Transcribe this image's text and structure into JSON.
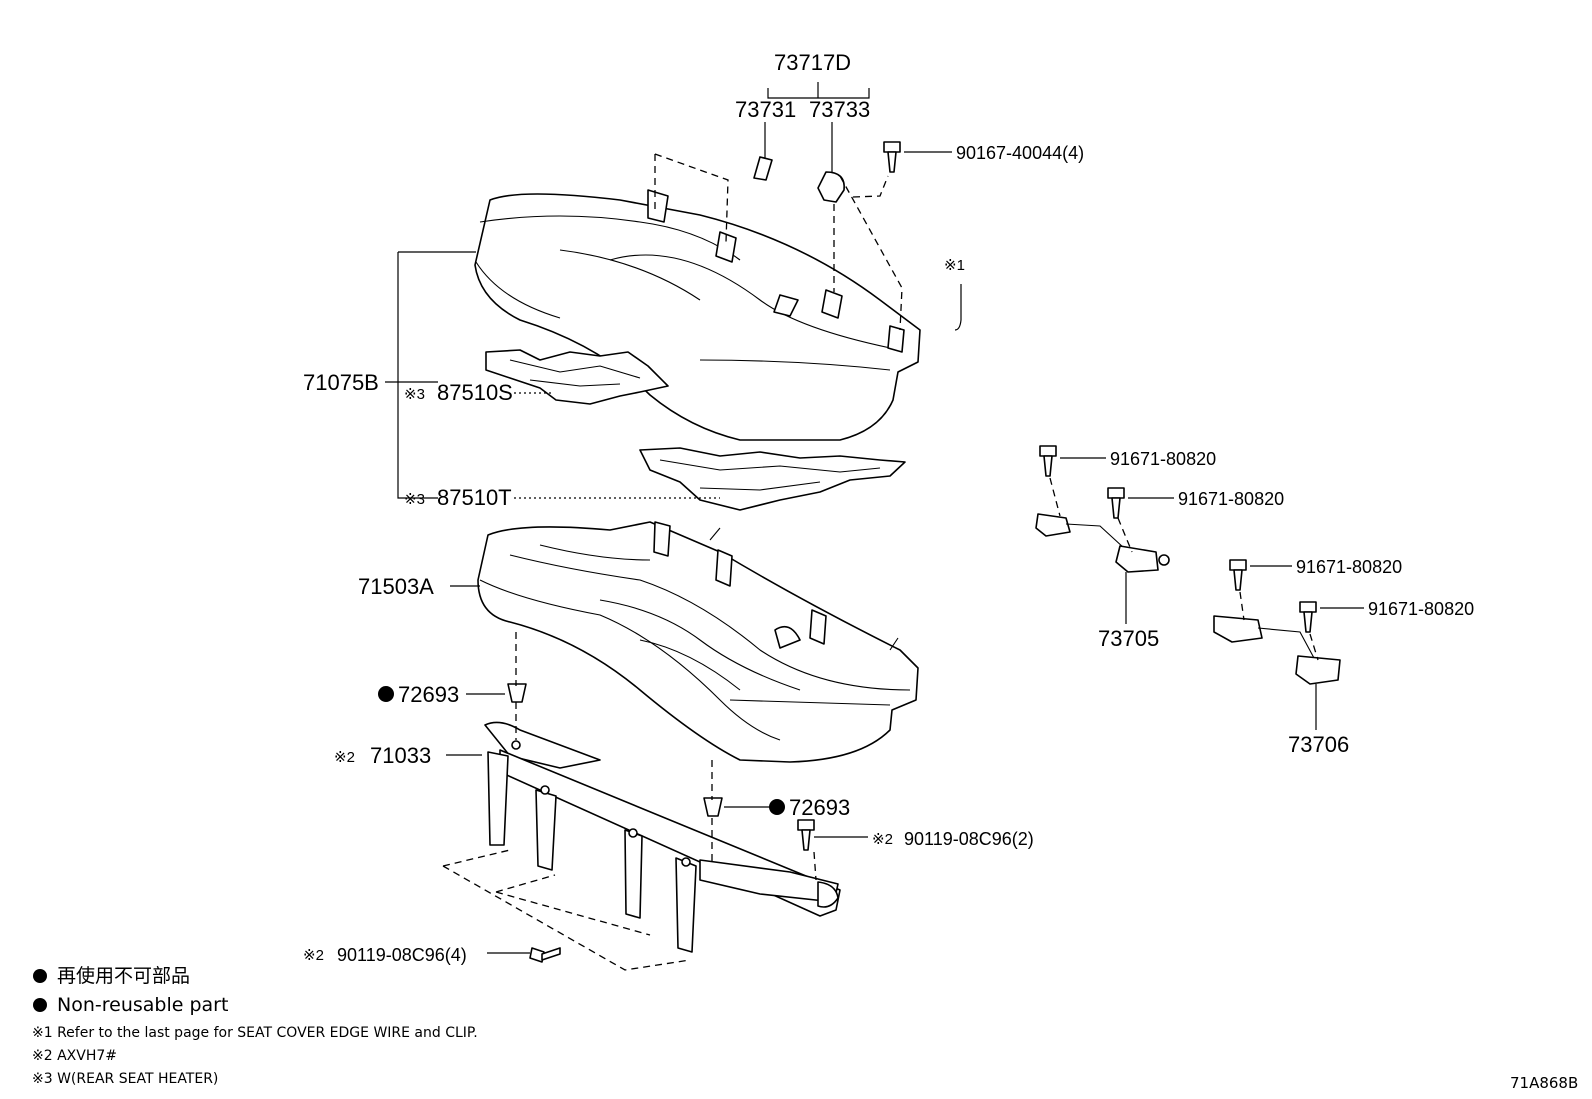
{
  "labels": {
    "p73717D": "73717D",
    "p73731": "73731",
    "p73733": "73733",
    "p90167": "90167-40044(4)",
    "note1_mark": "※1",
    "p71075B": "71075B",
    "note_mark3": "※3",
    "p87510S": "87510S",
    "p87510T": "87510T",
    "p71503A": "71503A",
    "p72693": "72693",
    "note_mark2": "※2",
    "p71033": "71033",
    "p90119_2": "90119-08C96(2)",
    "p90119_4": "90119-08C96(4)",
    "p91671": "91671-80820",
    "p73705": "73705",
    "p73706": "73706"
  },
  "legend": {
    "jp": "再使用不可部品",
    "en": "Non-reusable part"
  },
  "notes": [
    "※1 Refer to the last page for SEAT COVER EDGE WIRE and CLIP.",
    "※2 AXVH7#",
    "※3 W(REAR SEAT HEATER)"
  ],
  "diagram_code": "71A868B"
}
